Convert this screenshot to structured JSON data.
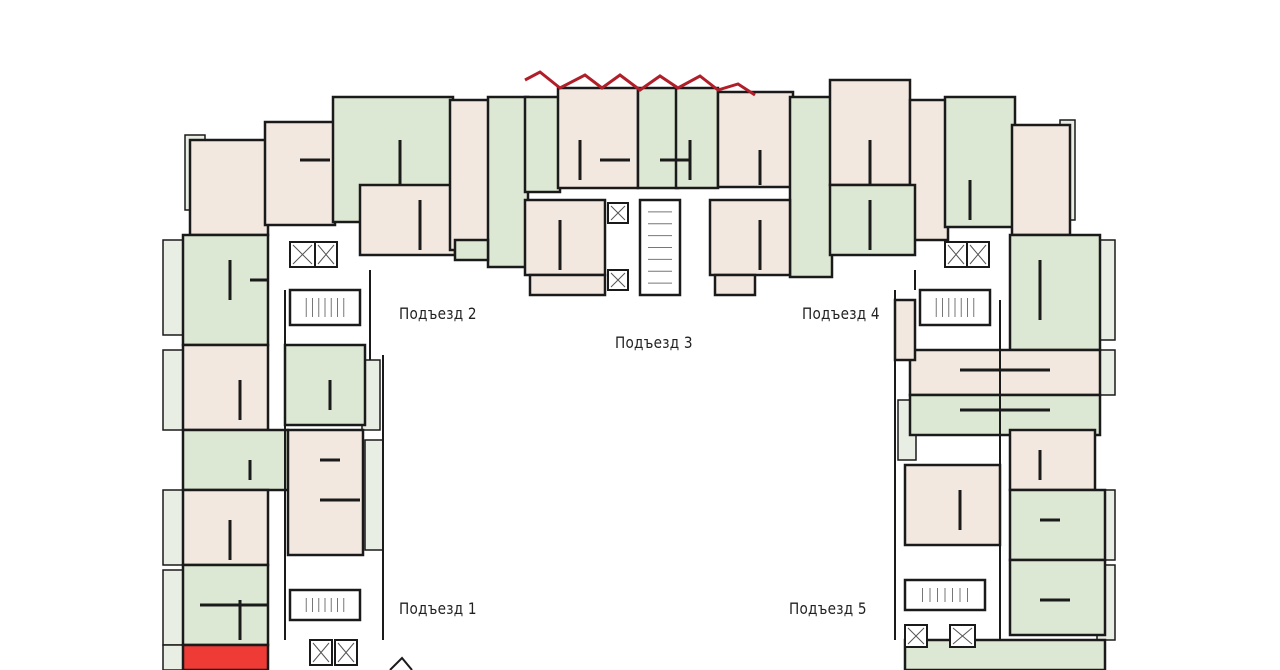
{
  "plan": {
    "entrances": [
      {
        "label": "Подъезд 1"
      },
      {
        "label": "Подъезд 2"
      },
      {
        "label": "Подъезд 3"
      },
      {
        "label": "Подъезд 4"
      },
      {
        "label": "Подъезд 5"
      }
    ],
    "colors": {
      "apartment_green": "#dde8d4",
      "apartment_beige": "#f3e8e0",
      "apartment_selected": "#ee3b36",
      "wall": "#1a1a1a",
      "balcony_accent": "#b01e2a"
    }
  }
}
